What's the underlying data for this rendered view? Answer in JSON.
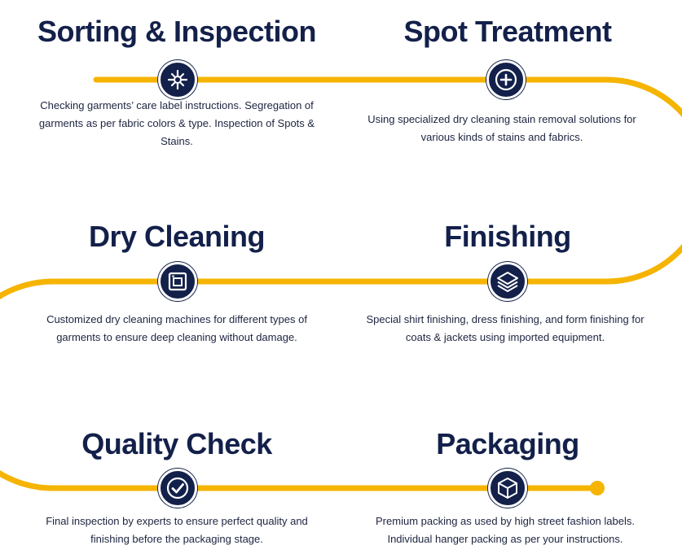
{
  "colors": {
    "path": "#f5b400",
    "navy": "#13204a",
    "text": "#1c2440"
  },
  "steps": [
    {
      "title": "Sorting & Inspection",
      "icon": "sorting-icon",
      "desc": "Checking garments’ care label instructions. Segregation of garments as per fabric colors & type. Inspection of Spots & Stains."
    },
    {
      "title": "Spot Treatment",
      "icon": "plus-circle-icon",
      "desc": "Using specialized dry cleaning stain removal solutions for various kinds of stains and fabrics."
    },
    {
      "title": "Dry Cleaning",
      "icon": "washing-machine-icon",
      "desc": "Customized dry cleaning machines for different types of garments to ensure deep cleaning without damage."
    },
    {
      "title": "Finishing",
      "icon": "layers-icon",
      "desc": "Special shirt finishing, dress finishing, and form finishing for coats & jackets using imported equipment."
    },
    {
      "title": "Quality Check",
      "icon": "check-circle-icon",
      "desc": "Final inspection by experts to ensure perfect quality and finishing before the packaging stage."
    },
    {
      "title": "Packaging",
      "icon": "box-icon",
      "desc": "Premium packing as used by high street fashion labels. Individual hanger packing as per your instructions."
    }
  ]
}
